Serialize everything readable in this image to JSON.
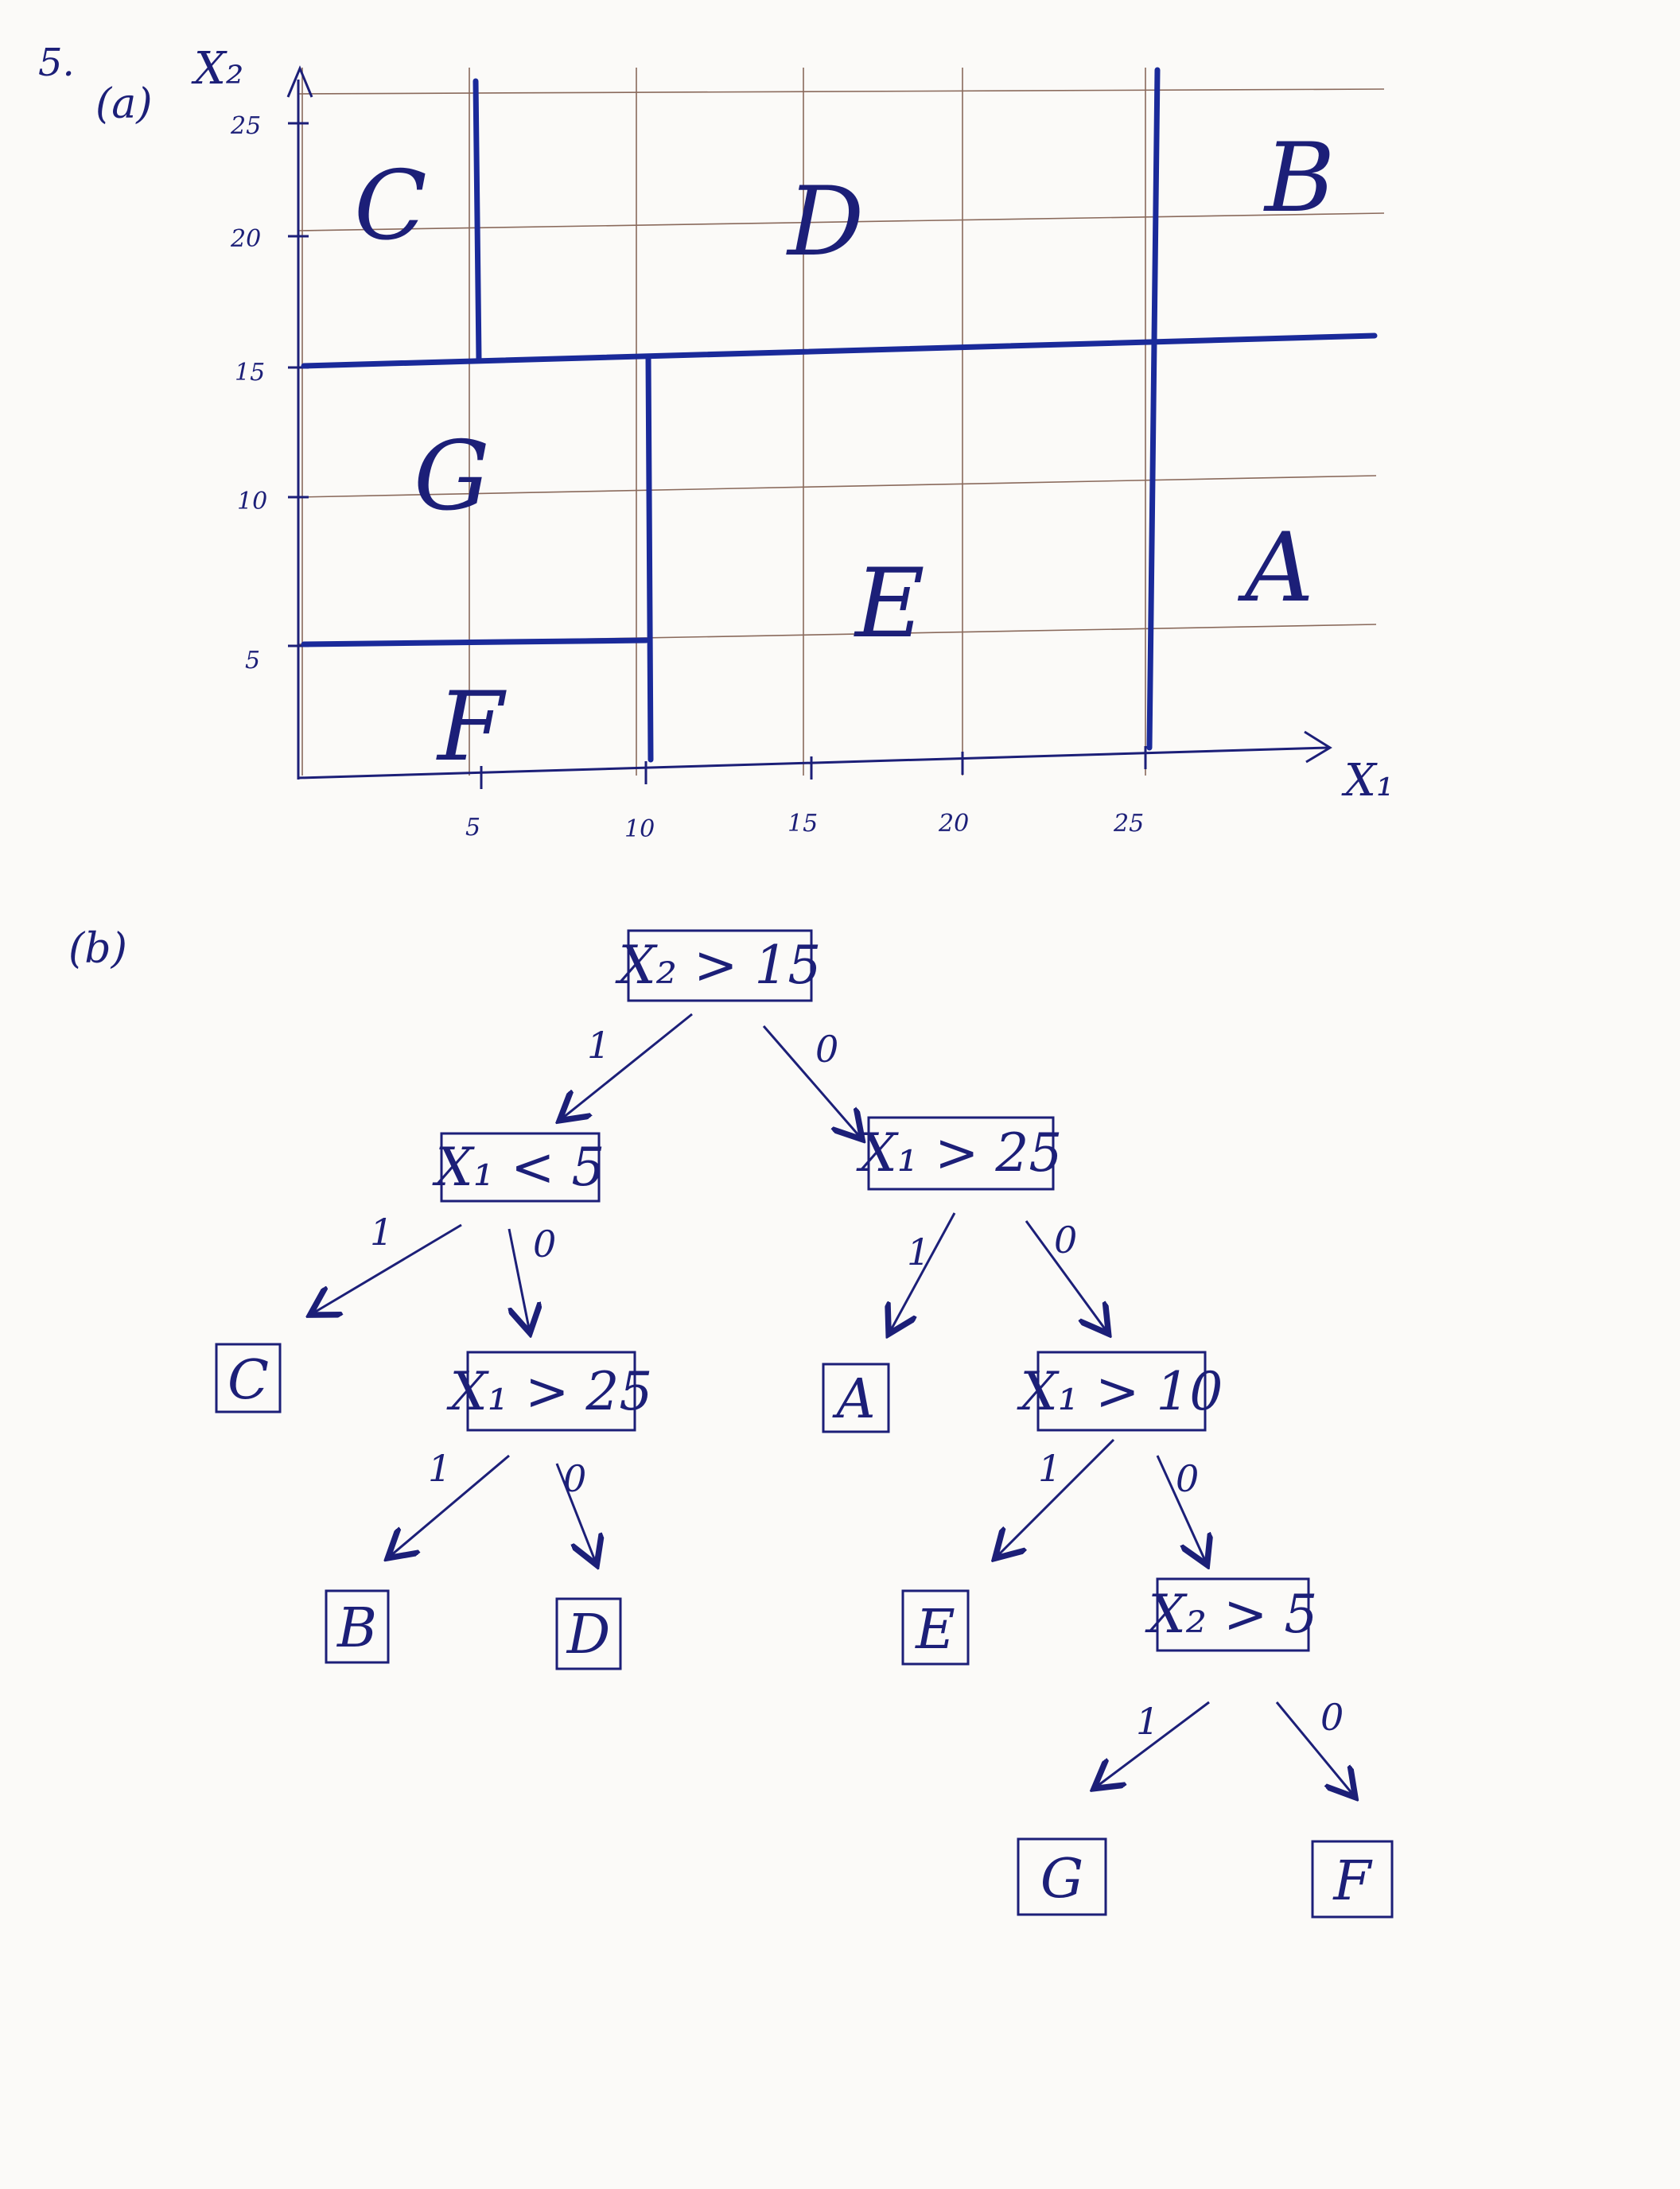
{
  "problem_number": "5.",
  "part_a": {
    "label": "(a)",
    "x_axis_label": "X₁",
    "y_axis_label": "X₂",
    "x_ticks": [
      "5",
      "10",
      "15",
      "20",
      "25"
    ],
    "y_ticks": [
      "5",
      "10",
      "15",
      "20",
      "25"
    ],
    "regions": [
      "C",
      "D",
      "B",
      "G",
      "E",
      "A",
      "F"
    ]
  },
  "part_b": {
    "label": "(b)",
    "edge_true": "1",
    "edge_false": "0",
    "nodes": [
      {
        "label": "X₂ > 15"
      },
      {
        "label": "X₁ < 5"
      },
      {
        "label": "X₁ > 25"
      },
      {
        "label": "X₁ > 25"
      },
      {
        "label": "X₁ > 10"
      },
      {
        "label": "X₂ > 5"
      }
    ],
    "leaves": [
      "C",
      "A",
      "B",
      "D",
      "E",
      "G",
      "F"
    ]
  }
}
